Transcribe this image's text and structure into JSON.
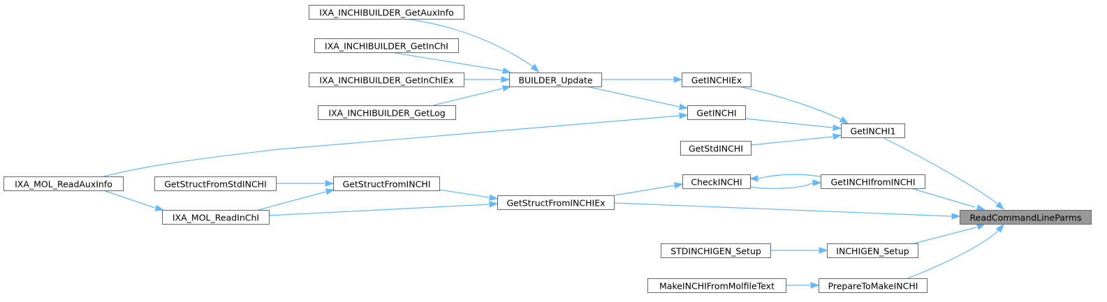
{
  "diagram": {
    "root": "ReadCommandLineParms",
    "nodes": [
      {
        "id": "ReadCommandLineParms",
        "label": "ReadCommandLineParms"
      },
      {
        "id": "GetINCHI1",
        "label": "GetINCHI1"
      },
      {
        "id": "GetINCHIEx",
        "label": "GetINCHIEx"
      },
      {
        "id": "GetINCHI",
        "label": "GetINCHI"
      },
      {
        "id": "GetStdINCHI",
        "label": "GetStdINCHI"
      },
      {
        "id": "BUILDER_Update",
        "label": "BUILDER_Update"
      },
      {
        "id": "IXA_INCHIBUILDER_GetAuxInfo",
        "label": "IXA_INCHIBUILDER_GetAuxInfo"
      },
      {
        "id": "IXA_INCHIBUILDER_GetInChI",
        "label": "IXA_INCHIBUILDER_GetInChI"
      },
      {
        "id": "IXA_INCHIBUILDER_GetInChIEx",
        "label": "IXA_INCHIBUILDER_GetInChIEx"
      },
      {
        "id": "IXA_INCHIBUILDER_GetLog",
        "label": "IXA_INCHIBUILDER_GetLog"
      },
      {
        "id": "IXA_MOL_ReadAuxInfo",
        "label": "IXA_MOL_ReadAuxInfo"
      },
      {
        "id": "GetINCHIfromINCHI",
        "label": "GetINCHIfromINCHI"
      },
      {
        "id": "CheckINCHI",
        "label": "CheckINCHI"
      },
      {
        "id": "GetStructFromINCHIEx",
        "label": "GetStructFromINCHIEx"
      },
      {
        "id": "GetStructFromINCHI",
        "label": "GetStructFromINCHI"
      },
      {
        "id": "GetStructFromStdINCHI",
        "label": "GetStructFromStdINCHI"
      },
      {
        "id": "IXA_MOL_ReadInChI",
        "label": "IXA_MOL_ReadInChI"
      },
      {
        "id": "INCHIGEN_Setup",
        "label": "INCHIGEN_Setup"
      },
      {
        "id": "STDINCHIGEN_Setup",
        "label": "STDINCHIGEN_Setup"
      },
      {
        "id": "PrepareToMakeINCHI",
        "label": "PrepareToMakeINCHI"
      },
      {
        "id": "MakeINCHIFromMolfileText",
        "label": "MakeINCHIFromMolfileText"
      }
    ],
    "edges": [
      {
        "from": "GetINCHI1",
        "to": "ReadCommandLineParms"
      },
      {
        "from": "GetINCHIfromINCHI",
        "to": "ReadCommandLineParms"
      },
      {
        "from": "GetStructFromINCHIEx",
        "to": "ReadCommandLineParms"
      },
      {
        "from": "INCHIGEN_Setup",
        "to": "ReadCommandLineParms"
      },
      {
        "from": "PrepareToMakeINCHI",
        "to": "ReadCommandLineParms"
      },
      {
        "from": "GetINCHIEx",
        "to": "GetINCHI1"
      },
      {
        "from": "GetINCHI",
        "to": "GetINCHI1"
      },
      {
        "from": "GetStdINCHI",
        "to": "GetINCHI1"
      },
      {
        "from": "BUILDER_Update",
        "to": "GetINCHIEx"
      },
      {
        "from": "BUILDER_Update",
        "to": "GetINCHI"
      },
      {
        "from": "IXA_MOL_ReadAuxInfo",
        "to": "GetINCHI"
      },
      {
        "from": "IXA_INCHIBUILDER_GetAuxInfo",
        "to": "BUILDER_Update"
      },
      {
        "from": "IXA_INCHIBUILDER_GetInChI",
        "to": "BUILDER_Update"
      },
      {
        "from": "IXA_INCHIBUILDER_GetInChIEx",
        "to": "BUILDER_Update"
      },
      {
        "from": "IXA_INCHIBUILDER_GetLog",
        "to": "BUILDER_Update"
      },
      {
        "from": "CheckINCHI",
        "to": "GetINCHIfromINCHI"
      },
      {
        "from": "GetINCHIfromINCHI",
        "to": "CheckINCHI"
      },
      {
        "from": "GetStructFromINCHIEx",
        "to": "CheckINCHI"
      },
      {
        "from": "GetStructFromINCHI",
        "to": "GetStructFromINCHIEx"
      },
      {
        "from": "IXA_MOL_ReadInChI",
        "to": "GetStructFromINCHIEx"
      },
      {
        "from": "GetStructFromStdINCHI",
        "to": "GetStructFromINCHI"
      },
      {
        "from": "IXA_MOL_ReadInChI",
        "to": "GetStructFromINCHI"
      },
      {
        "from": "IXA_MOL_ReadAuxInfo",
        "to": "IXA_MOL_ReadInChI"
      },
      {
        "from": "STDINCHIGEN_Setup",
        "to": "INCHIGEN_Setup"
      },
      {
        "from": "MakeINCHIFromMolfileText",
        "to": "PrepareToMakeINCHI"
      }
    ]
  }
}
